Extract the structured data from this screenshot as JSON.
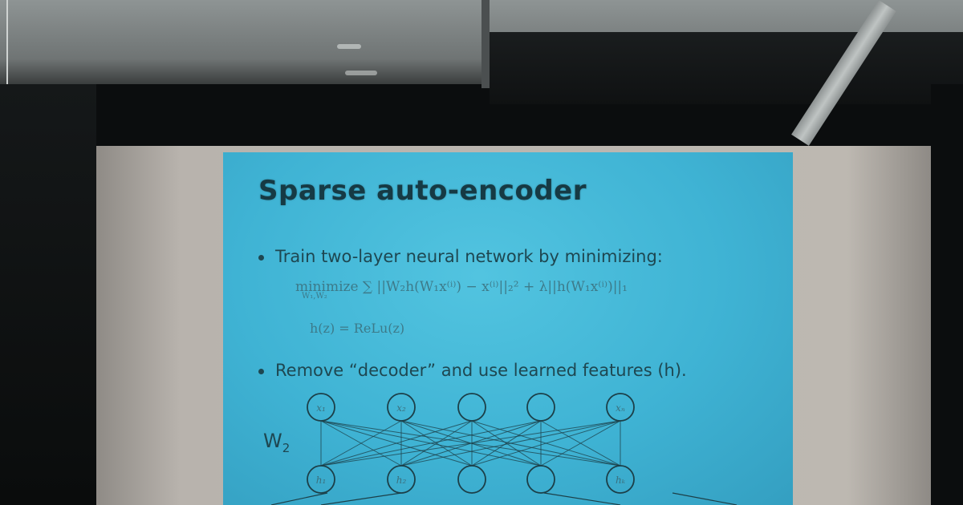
{
  "slide": {
    "title": "Sparse auto-encoder",
    "bullets": [
      "Train two-layer neural network by minimizing:",
      "Remove “decoder” and use learned features (h)."
    ],
    "formula_main": "minimize ∑ ||W₂h(W₁x⁽ⁱ⁾) − x⁽ⁱ⁾||₂² + λ||h(W₁x⁽ⁱ⁾)||₁",
    "formula_sub": "W₁,W₂",
    "formula_relu": "h(z) = ReLu(z)",
    "weight_label": "W",
    "weight_subscript": "2",
    "top_nodes": [
      "x₁",
      "x₂",
      "",
      "",
      "xₙ"
    ],
    "bottom_nodes": [
      "h₁",
      "h₂",
      "",
      "",
      "hₖ"
    ]
  },
  "colors": {
    "slide_bg": "#45b8d8",
    "title_text": "#163a44",
    "body_text": "#1e4751",
    "formula_text": "#3b6f7c"
  }
}
